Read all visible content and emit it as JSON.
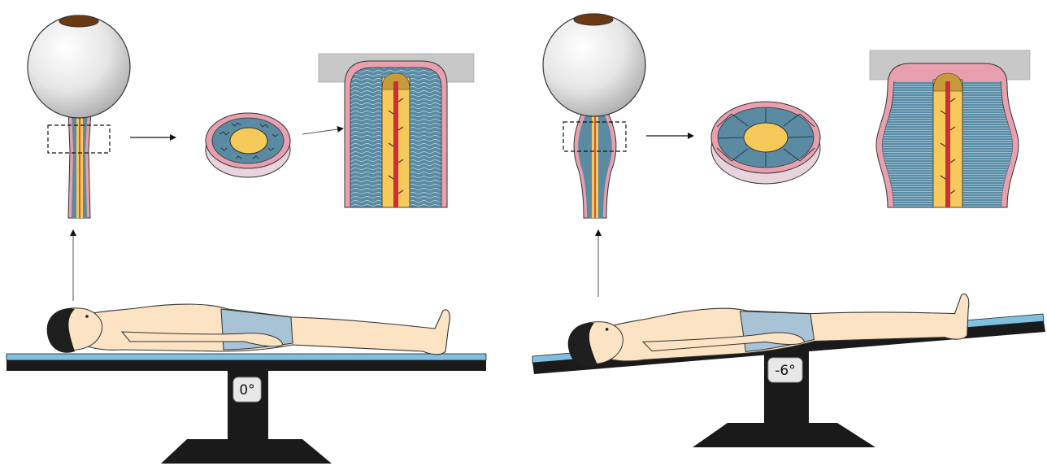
{
  "panels": [
    {
      "id": "left",
      "table_angle_label": "0°"
    },
    {
      "id": "right",
      "table_angle_label": "-6°"
    }
  ],
  "colors": {
    "sheath": "#e8a0ae",
    "csf": "#5a8ba3",
    "nerve": "#f5c95a",
    "vessel": "#c8303a",
    "skin": "#fbe3c4",
    "shorts": "#a9c3d6",
    "hair": "#1e1e1e",
    "table_top": "#7fbfe0",
    "table_base": "#1a1a1a",
    "eyeball": "#dcdcdc",
    "iris": "#6b3a12",
    "bone": "#c8c8c8"
  }
}
